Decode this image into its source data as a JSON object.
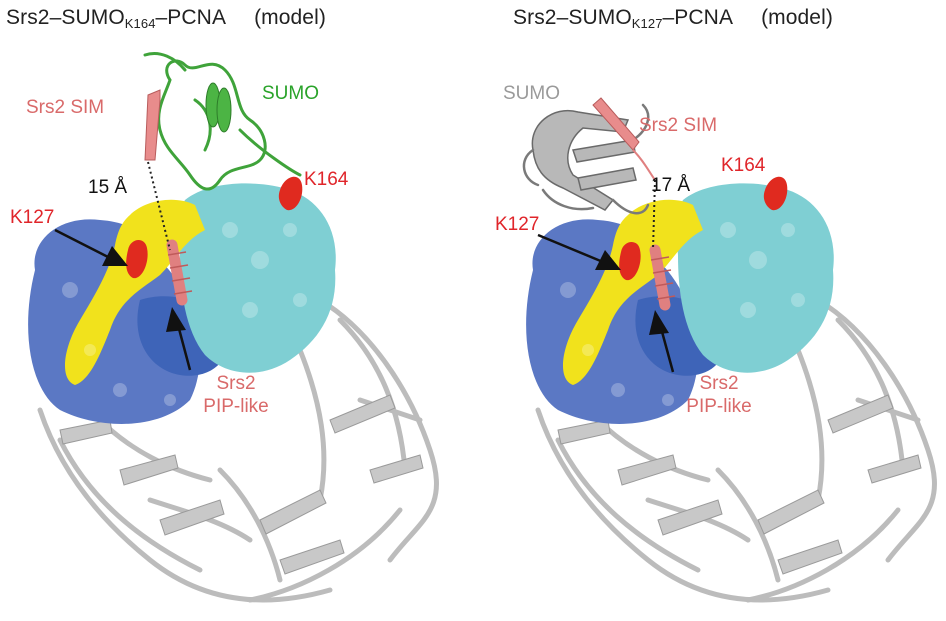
{
  "panels": [
    {
      "title_prefix": "Srs2–SUMO",
      "title_sub": "K164",
      "title_suffix": "–PCNA",
      "title_model": "(model)",
      "sumo_label": "SUMO",
      "sim_label": "Srs2 SIM",
      "distance_label": "15 Å",
      "k164_label": "K164",
      "k127_label": "K127",
      "pip_line1": "Srs2",
      "pip_line2": "PIP-like",
      "colors": {
        "sumo": "#3fa33a"
      }
    },
    {
      "title_prefix": "Srs2–SUMO",
      "title_sub": "K127",
      "title_suffix": "–PCNA",
      "title_model": "(model)",
      "sumo_label": "SUMO",
      "sim_label": "Srs2 SIM",
      "distance_label": "17 Å",
      "k164_label": "K164",
      "k127_label": "K127",
      "pip_line1": "Srs2",
      "pip_line2": "PIP-like",
      "colors": {
        "sumo": "#8c8c8c"
      }
    }
  ],
  "colors": {
    "pcna_blue": "#5b78c4",
    "pcna_dark_blue": "#3e64b8",
    "pcna_cyan": "#7fcfd3",
    "pcna_yellow": "#f1e21c",
    "lysine_red": "#e02a1f",
    "srs2_pink": "#e08080",
    "cartoon_grey": "#bdbdbd"
  }
}
